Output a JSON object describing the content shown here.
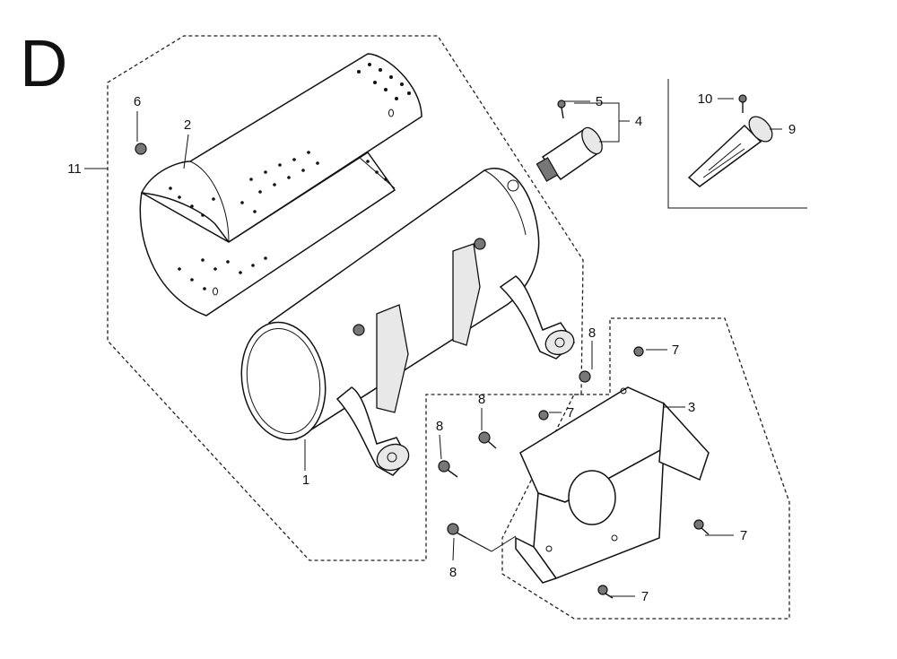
{
  "section_letter": "D",
  "callouts": {
    "c1": "1",
    "c2": "2",
    "c3": "3",
    "c4": "4",
    "c5": "5",
    "c6": "6",
    "c7a": "7",
    "c7b": "7",
    "c7c": "7",
    "c7d": "7",
    "c8a": "8",
    "c8b": "8",
    "c8c": "8",
    "c8d": "8",
    "c9": "9",
    "c10": "10",
    "c11": "11"
  }
}
